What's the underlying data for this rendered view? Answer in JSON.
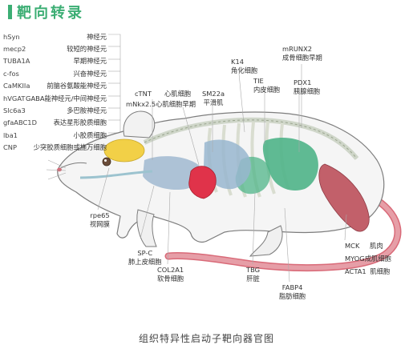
{
  "title": "靶向转录",
  "brain_targets": [
    {
      "gene": "hSyn",
      "tissue": "神经元"
    },
    {
      "gene": "mecp2",
      "tissue": "较短的神经元"
    },
    {
      "gene": "TUBA1A",
      "tissue": "早期神经元"
    },
    {
      "gene": "c-fos",
      "tissue": "兴奋神经元"
    },
    {
      "gene": "CaMKIIa",
      "tissue": "前脑谷氨酸能神经元"
    },
    {
      "gene": "hVGAT",
      "tissue": "GABA能神经元/中间神经元"
    },
    {
      "gene": "Slc6a3",
      "tissue": "多巴胺神经元"
    },
    {
      "gene": "gfaABC1D",
      "tissue": "表达星形胶质细胞"
    },
    {
      "gene": "lba1",
      "tissue": "小胶质细胞"
    },
    {
      "gene": "CNP",
      "tissue": "少突胶质细胞或施万细胞"
    }
  ],
  "labels": {
    "ctnt": {
      "gene": "cTNT",
      "tissue": "心肌细胞"
    },
    "mnkx": {
      "gene": "mNkx2.5",
      "tissue": "心肌细胞早期"
    },
    "sm22a": {
      "gene": "SM22a",
      "tissue": "平滑肌"
    },
    "k14": {
      "gene": "K14",
      "tissue": "角化细胞"
    },
    "tie": {
      "gene": "TIE",
      "tissue": "内皮细胞"
    },
    "mrunx2": {
      "gene": "mRUNX2",
      "tissue": "成骨细胞早期"
    },
    "pdx1": {
      "gene": "PDX1",
      "tissue": "胰腺细胞"
    },
    "rpe65": {
      "gene": "rpe65",
      "tissue": "视网膜"
    },
    "spc": {
      "gene": "SP-C",
      "tissue": "肺上皮细胞"
    },
    "col2a1": {
      "gene": "COL2A1",
      "tissue": "软骨细胞"
    },
    "tbg": {
      "gene": "TBG",
      "tissue": "肝脏"
    },
    "fabp4": {
      "gene": "FABP4",
      "tissue": "脂肪细胞"
    },
    "mck": {
      "gene": "MCK",
      "tissue": "肌肉"
    },
    "myog": {
      "gene": "MYOG",
      "tissue": "成肌细胞"
    },
    "acta1": {
      "gene": "ACTA1",
      "tissue": "肌细胞"
    }
  },
  "caption": "组织特异性启动子靶向器官图",
  "colors": {
    "accent": "#3cae74",
    "brain": "#f2d047",
    "heart": "#e0334a",
    "lung": "#98b6cf",
    "liver": "#a0b9d0",
    "organ_green": "#4fb488",
    "muscle": "#c2606a",
    "tail": "#d96a78",
    "outline": "#7d7d7d",
    "leader": "#aaaaaa"
  }
}
